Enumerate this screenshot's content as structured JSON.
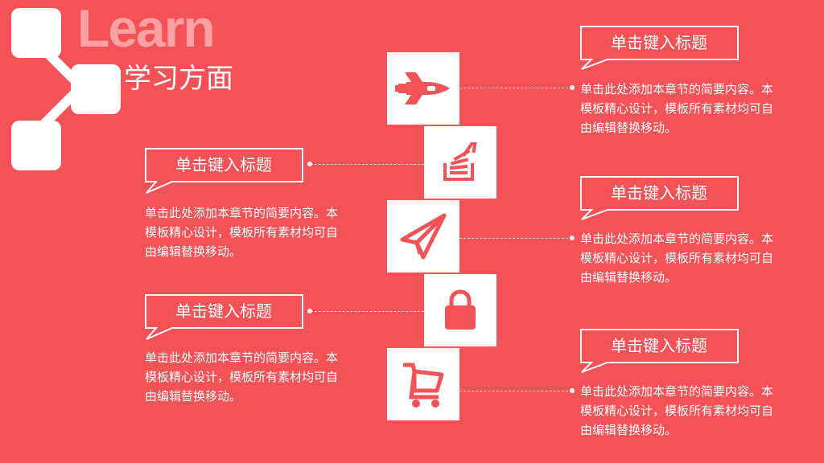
{
  "header": {
    "watermark": "Learn",
    "title": "学习方面"
  },
  "items": [
    {
      "title": "单击键入标题",
      "text": "单击此处添加本章节的简要内容。本模板精心设计，模板所有素材均可自由编辑替换移动。",
      "icon": "space-shuttle-icon"
    },
    {
      "title": "单击键入标题",
      "text": "单击此处添加本章节的简要内容。本模板精心设计，模板所有素材均可自由编辑替换移动。",
      "icon": "stack-bin-icon"
    },
    {
      "title": "单击键入标题",
      "text": "单击此处添加本章节的简要内容。本模板精心设计，模板所有素材均可自由编辑替换移动。",
      "icon": "paper-plane-icon"
    },
    {
      "title": "单击键入标题",
      "text": "单击此处添加本章节的简要内容。本模板精心设计，模板所有素材均可自由编辑替换移动。",
      "icon": "lock-icon"
    },
    {
      "title": "单击键入标题",
      "text": "单击此处添加本章节的简要内容。本模板精心设计，模板所有素材均可自由编辑替换移动。",
      "icon": "shopping-cart-icon"
    }
  ],
  "colors": {
    "background": "#f35256",
    "watermark": "#ffa1a3",
    "foreground": "#ffffff"
  }
}
